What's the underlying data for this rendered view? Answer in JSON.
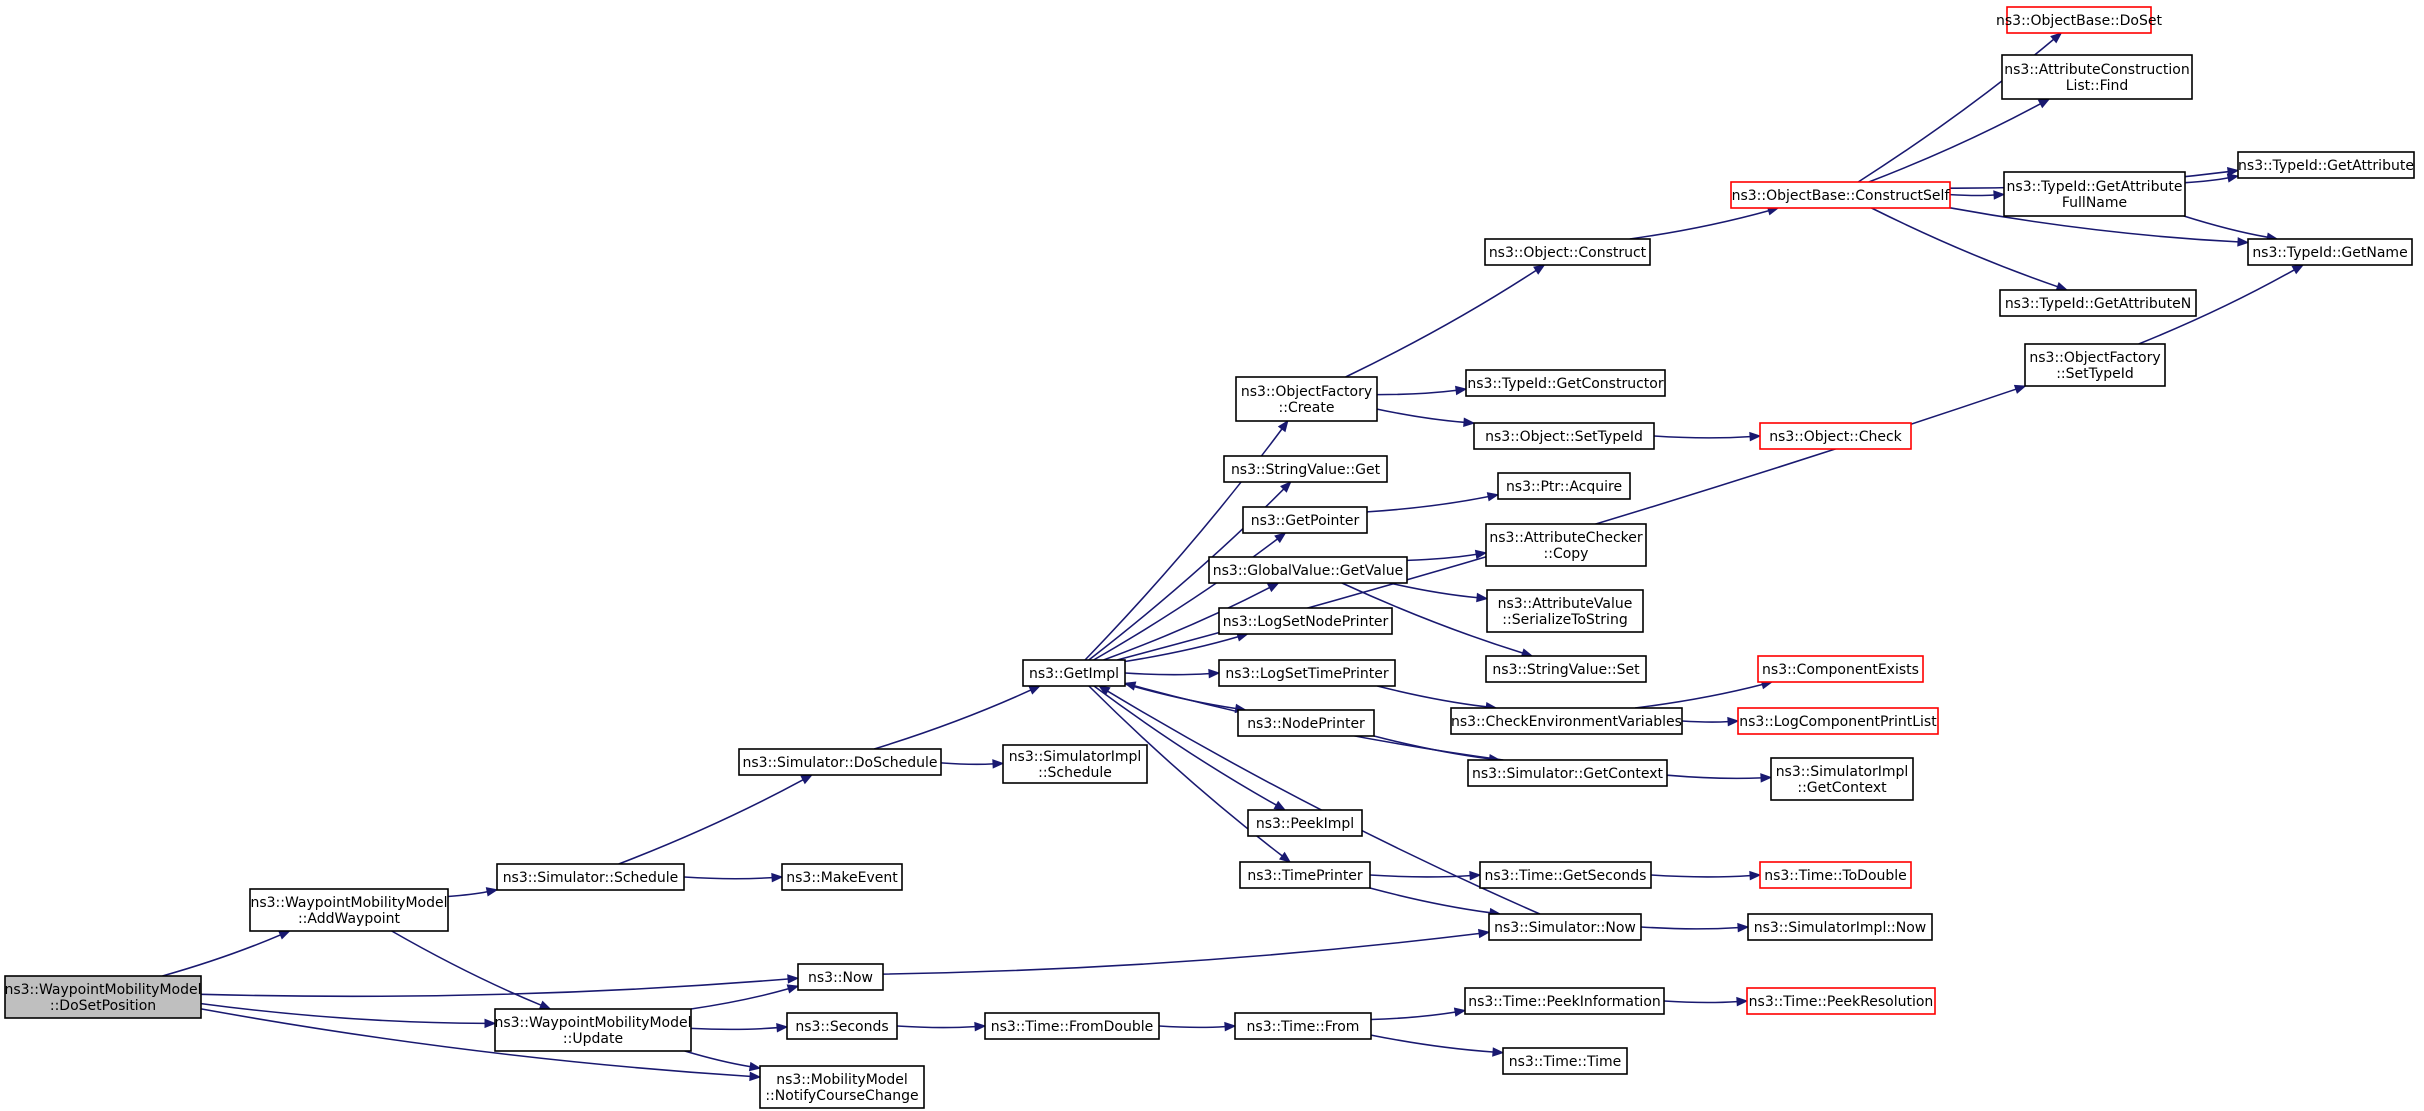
{
  "colors": {
    "edge": "#191970",
    "normal_border": "#000000",
    "truncated_border": "#ff0000",
    "root_fill": "#bfbfbf",
    "node_fill": "#ffffff"
  },
  "nodes": {
    "doset": {
      "lines": [
        "ns3::ObjectBase::DoSet"
      ],
      "style": "red"
    },
    "attrfind": {
      "lines": [
        "ns3::AttributeConstruction",
        "List::Find"
      ]
    },
    "constructself": {
      "lines": [
        "ns3::ObjectBase::ConstructSelf"
      ],
      "style": "red"
    },
    "getattribute": {
      "lines": [
        "ns3::TypeId::GetAttribute"
      ]
    },
    "getattrfull": {
      "lines": [
        "ns3::TypeId::GetAttribute",
        "FullName"
      ]
    },
    "getname": {
      "lines": [
        "ns3::TypeId::GetName"
      ]
    },
    "objconstruct": {
      "lines": [
        "ns3::Object::Construct"
      ]
    },
    "getattrn": {
      "lines": [
        "ns3::TypeId::GetAttributeN"
      ]
    },
    "ofsettypeid": {
      "lines": [
        "ns3::ObjectFactory",
        "::SetTypeId"
      ]
    },
    "ofcreate": {
      "lines": [
        "ns3::ObjectFactory",
        "::Create"
      ]
    },
    "getconstructor": {
      "lines": [
        "ns3::TypeId::GetConstructor"
      ]
    },
    "objsettypeid": {
      "lines": [
        "ns3::Object::SetTypeId"
      ]
    },
    "objcheck": {
      "lines": [
        "ns3::Object::Check"
      ],
      "style": "red"
    },
    "stringget": {
      "lines": [
        "ns3::StringValue::Get"
      ]
    },
    "getpointer": {
      "lines": [
        "ns3::GetPointer"
      ]
    },
    "ptracquire": {
      "lines": [
        "ns3::Ptr::Acquire"
      ]
    },
    "gvgetvalue": {
      "lines": [
        "ns3::GlobalValue::GetValue"
      ]
    },
    "attrcheckercopy": {
      "lines": [
        "ns3::AttributeChecker",
        "::Copy"
      ]
    },
    "attrvalueser": {
      "lines": [
        "ns3::AttributeValue",
        "::SerializeToString"
      ]
    },
    "logsetnode": {
      "lines": [
        "ns3::LogSetNodePrinter"
      ]
    },
    "stringset": {
      "lines": [
        "ns3::StringValue::Set"
      ]
    },
    "getimpl": {
      "lines": [
        "ns3::GetImpl"
      ]
    },
    "logsettime": {
      "lines": [
        "ns3::LogSetTimePrinter"
      ]
    },
    "compexists": {
      "lines": [
        "ns3::ComponentExists"
      ],
      "style": "red"
    },
    "checkenv": {
      "lines": [
        "ns3::CheckEnvironmentVariables"
      ]
    },
    "logcompprint": {
      "lines": [
        "ns3::LogComponentPrintList"
      ],
      "style": "red"
    },
    "nodeprinter": {
      "lines": [
        "ns3::NodePrinter"
      ]
    },
    "simdoschedule": {
      "lines": [
        "ns3::Simulator::DoSchedule"
      ]
    },
    "simimplschedule": {
      "lines": [
        "ns3::SimulatorImpl",
        "::Schedule"
      ]
    },
    "simgetcontext": {
      "lines": [
        "ns3::Simulator::GetContext"
      ]
    },
    "simimplgetcontext": {
      "lines": [
        "ns3::SimulatorImpl",
        "::GetContext"
      ]
    },
    "peekimpl": {
      "lines": [
        "ns3::PeekImpl"
      ]
    },
    "timeprinter": {
      "lines": [
        "ns3::TimePrinter"
      ]
    },
    "timegetseconds": {
      "lines": [
        "ns3::Time::GetSeconds"
      ]
    },
    "timetodouble": {
      "lines": [
        "ns3::Time::ToDouble"
      ],
      "style": "red"
    },
    "simschedule": {
      "lines": [
        "ns3::Simulator::Schedule"
      ]
    },
    "makeevent": {
      "lines": [
        "ns3::MakeEvent"
      ]
    },
    "addwaypoint": {
      "lines": [
        "ns3::WaypointMobilityModel",
        "::AddWaypoint"
      ]
    },
    "simnow": {
      "lines": [
        "ns3::Simulator::Now"
      ]
    },
    "simimplnow": {
      "lines": [
        "ns3::SimulatorImpl::Now"
      ]
    },
    "dosetposition": {
      "lines": [
        "ns3::WaypointMobilityModel",
        "::DoSetPosition"
      ],
      "style": "root"
    },
    "now": {
      "lines": [
        "ns3::Now"
      ]
    },
    "timepeekinfo": {
      "lines": [
        "ns3::Time::PeekInformation"
      ]
    },
    "timepeekres": {
      "lines": [
        "ns3::Time::PeekResolution"
      ],
      "style": "red"
    },
    "update": {
      "lines": [
        "ns3::WaypointMobilityModel",
        "::Update"
      ]
    },
    "seconds": {
      "lines": [
        "ns3::Seconds"
      ]
    },
    "timefromdouble": {
      "lines": [
        "ns3::Time::FromDouble"
      ]
    },
    "timefrom": {
      "lines": [
        "ns3::Time::From"
      ]
    },
    "timetime": {
      "lines": [
        "ns3::Time::Time"
      ]
    },
    "notifycourse": {
      "lines": [
        "ns3::MobilityModel",
        "::NotifyCourseChange"
      ]
    }
  },
  "edges": [
    [
      "dosetposition",
      "addwaypoint"
    ],
    [
      "dosetposition",
      "now"
    ],
    [
      "dosetposition",
      "update"
    ],
    [
      "dosetposition",
      "notifycourse"
    ],
    [
      "addwaypoint",
      "simschedule"
    ],
    [
      "addwaypoint",
      "update"
    ],
    [
      "simschedule",
      "simdoschedule"
    ],
    [
      "simschedule",
      "makeevent"
    ],
    [
      "simdoschedule",
      "getimpl"
    ],
    [
      "simdoschedule",
      "simimplschedule"
    ],
    [
      "getimpl",
      "ofsettypeid"
    ],
    [
      "getimpl",
      "ofcreate"
    ],
    [
      "getimpl",
      "stringget"
    ],
    [
      "getimpl",
      "getpointer"
    ],
    [
      "getimpl",
      "gvgetvalue"
    ],
    [
      "getimpl",
      "logsetnode"
    ],
    [
      "getimpl",
      "logsettime"
    ],
    [
      "getimpl",
      "nodeprinter"
    ],
    [
      "getimpl",
      "peekimpl"
    ],
    [
      "getimpl",
      "timeprinter"
    ],
    [
      "ofcreate",
      "objconstruct"
    ],
    [
      "ofcreate",
      "getconstructor"
    ],
    [
      "ofcreate",
      "objsettypeid"
    ],
    [
      "objconstruct",
      "constructself"
    ],
    [
      "constructself",
      "doset"
    ],
    [
      "constructself",
      "attrfind"
    ],
    [
      "constructself",
      "getattribute"
    ],
    [
      "constructself",
      "getattrfull"
    ],
    [
      "constructself",
      "getname"
    ],
    [
      "constructself",
      "getattrn"
    ],
    [
      "getattrfull",
      "getattribute"
    ],
    [
      "getattrfull",
      "getname"
    ],
    [
      "ofsettypeid",
      "getname"
    ],
    [
      "objsettypeid",
      "objcheck"
    ],
    [
      "getpointer",
      "ptracquire"
    ],
    [
      "gvgetvalue",
      "attrcheckercopy"
    ],
    [
      "gvgetvalue",
      "attrvalueser"
    ],
    [
      "gvgetvalue",
      "stringset"
    ],
    [
      "logsettime",
      "checkenv"
    ],
    [
      "checkenv",
      "compexists"
    ],
    [
      "checkenv",
      "logcompprint"
    ],
    [
      "nodeprinter",
      "simgetcontext"
    ],
    [
      "simgetcontext",
      "getimpl"
    ],
    [
      "simgetcontext",
      "simimplgetcontext"
    ],
    [
      "timeprinter",
      "timegetseconds"
    ],
    [
      "timeprinter",
      "simnow"
    ],
    [
      "timegetseconds",
      "timetodouble"
    ],
    [
      "simnow",
      "getimpl"
    ],
    [
      "simnow",
      "simimplnow"
    ],
    [
      "now",
      "simnow"
    ],
    [
      "update",
      "now"
    ],
    [
      "update",
      "seconds"
    ],
    [
      "update",
      "notifycourse"
    ],
    [
      "seconds",
      "timefromdouble"
    ],
    [
      "timefromdouble",
      "timefrom"
    ],
    [
      "timefrom",
      "timepeekinfo"
    ],
    [
      "timefrom",
      "timetime"
    ],
    [
      "timepeekinfo",
      "timepeekres"
    ]
  ]
}
